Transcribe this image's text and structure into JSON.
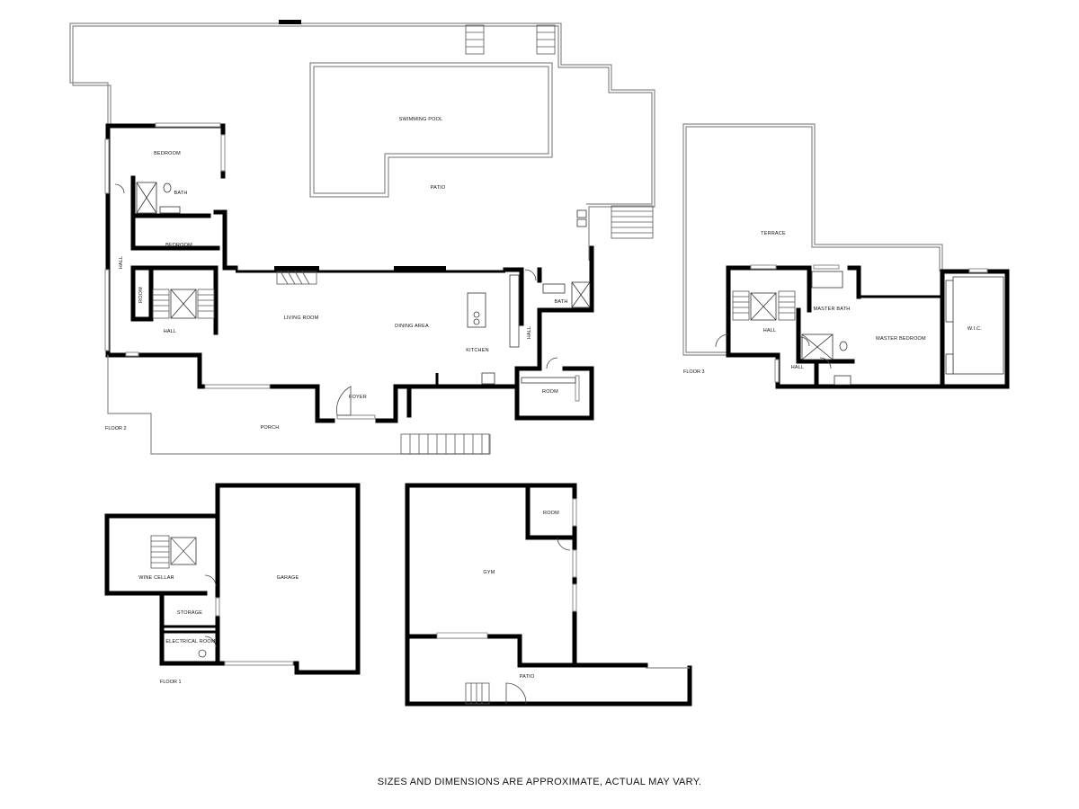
{
  "floors": {
    "floor1": {
      "label": "FLOOR 1"
    },
    "floor2": {
      "label": "FLOOR 2"
    },
    "floor3": {
      "label": "FLOOR 3"
    }
  },
  "rooms": {
    "swimming_pool": "SWIMMING POOL",
    "patio_upper": "PATIO",
    "bedroom_top": "BEDROOM",
    "bath_left": "BATH",
    "bedroom_mid": "BEDROOM",
    "hall_vertical": "HALL",
    "room_small": "ROOM",
    "hall_f2": "HALL",
    "living_room": "LIVING ROOM",
    "dining_area": "DINING AREA",
    "kitchen": "KITCHEN",
    "bath_right": "BATH",
    "hall_right": "HALL",
    "room_right": "ROOM",
    "foyer": "FOYER",
    "porch": "PORCH",
    "terrace": "TERRACE",
    "hall_f3_a": "HALL",
    "master_bath": "MASTER BATH",
    "master_bedroom": "MASTER BEDROOM",
    "wic": "W.I.C.",
    "hall_f3_b": "HALL",
    "wine_cellar": "WINE CELLAR",
    "storage": "STORAGE",
    "electrical_room": "ELECTRICAL ROOM",
    "garage": "GARAGE",
    "gym": "GYM",
    "room_gym": "ROOM",
    "patio_lower": "PATIO"
  },
  "footer": {
    "disclaimer": "SIZES AND DIMENSIONS ARE APPROXIMATE, ACTUAL MAY VARY."
  }
}
